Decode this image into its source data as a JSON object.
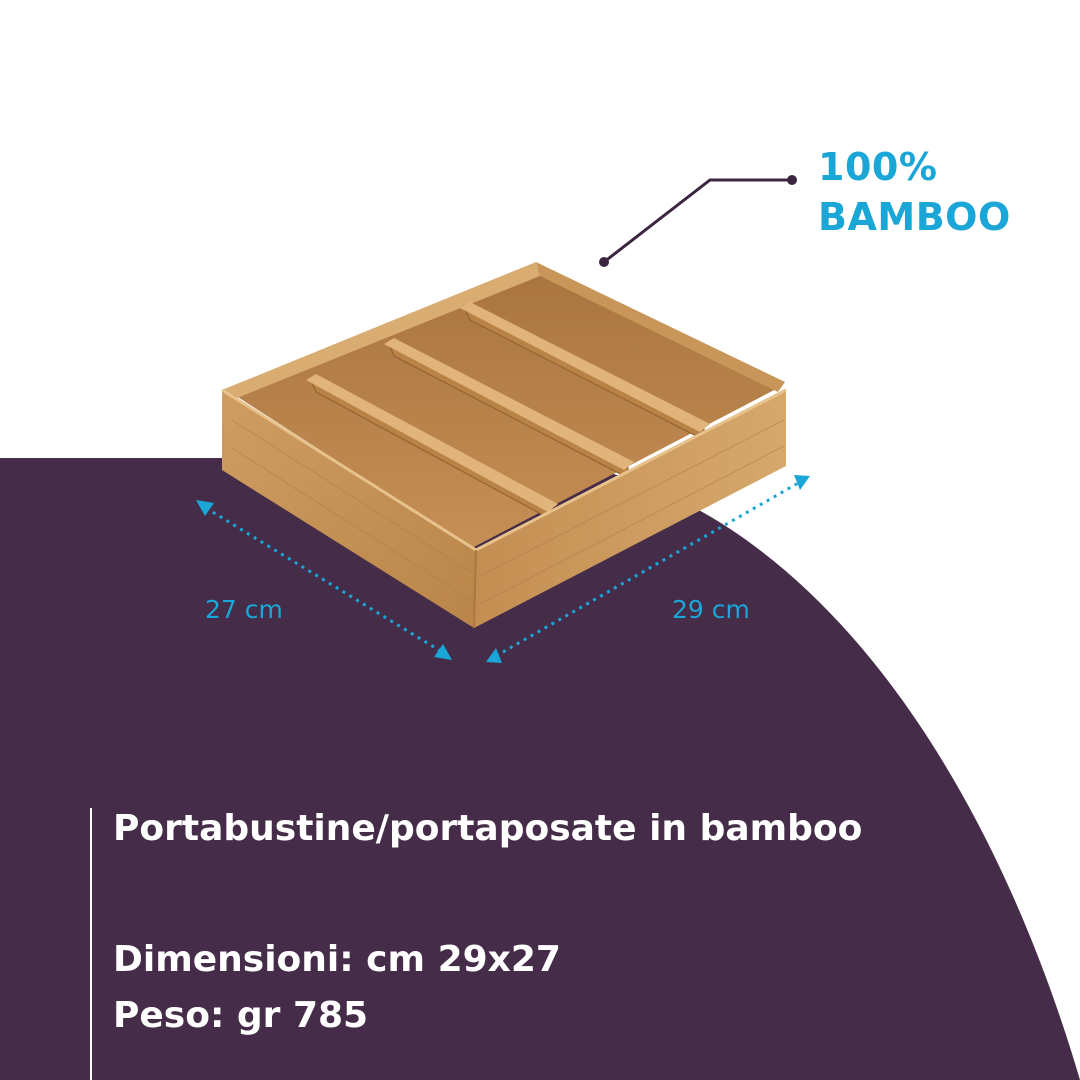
{
  "badge": {
    "line1": "100%",
    "line2": "BAMBOO"
  },
  "dimensions": {
    "depth_label": "27 cm",
    "width_label": "29 cm"
  },
  "product": {
    "title": "Portabustine/portaposate in bamboo",
    "dimensions_line": "Dimensioni: cm 29x27",
    "weight_line": "Peso: gr 785"
  },
  "colors": {
    "background": "#ffffff",
    "purple_panel": "#452c48",
    "accent_blue": "#1aa6d6",
    "bamboo": "#c8955a"
  }
}
